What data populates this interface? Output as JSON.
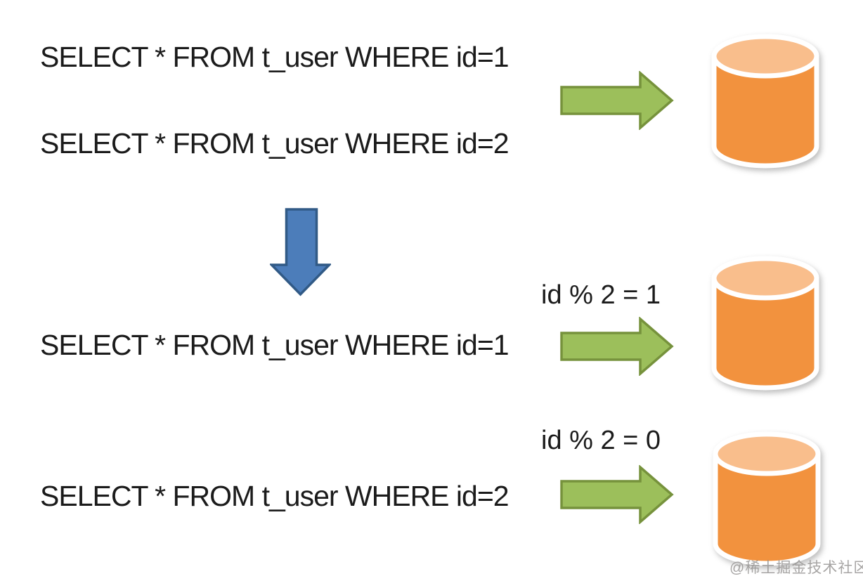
{
  "diagram": {
    "description": "SQL sharding routing diagram: queries routed to databases by id modulo 2",
    "before": {
      "queries": [
        "SELECT * FROM t_user WHERE id=1",
        "SELECT * FROM t_user WHERE id=2"
      ]
    },
    "transform_arrow": "down-arrow",
    "after": {
      "routes": [
        {
          "query": "SELECT * FROM t_user WHERE id=1",
          "condition": "id % 2 = 1",
          "target": "database-cylinder"
        },
        {
          "query": "SELECT * FROM t_user WHERE id=2",
          "condition": "id % 2 = 0",
          "target": "database-cylinder"
        }
      ]
    },
    "colors": {
      "background": "#ffffff",
      "text": "#1b1b1b",
      "green_arrow_fill": "#9CBF5B",
      "green_arrow_border": "#76923C",
      "blue_arrow_fill": "#4C7DBA",
      "blue_arrow_border": "#315A86",
      "db_body": "#F2923E",
      "db_top": "#F9BE8C",
      "db_outline": "#FFFFFF"
    },
    "watermark": "@稀土掘金技术社区"
  }
}
